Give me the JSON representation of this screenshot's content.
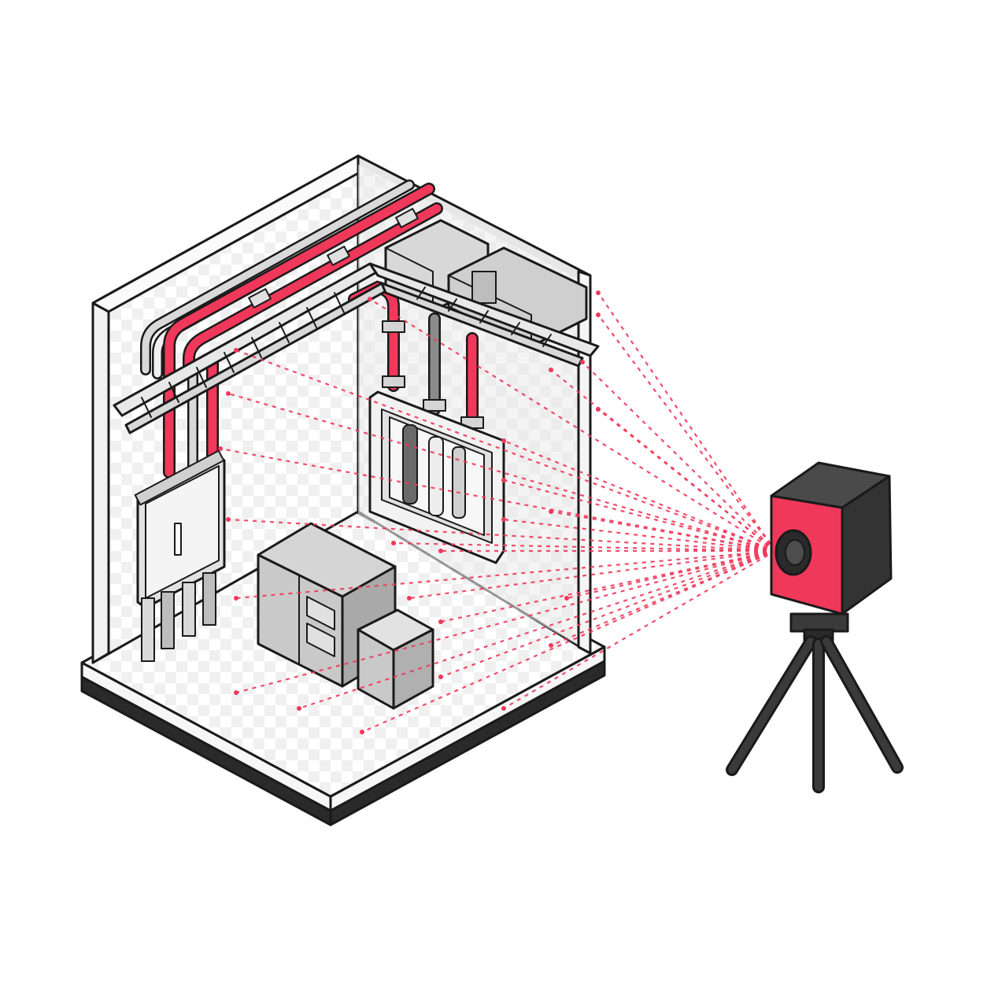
{
  "scene": {
    "subject": "isometric-room-cutaway",
    "device": "laser-scanner-on-tripod",
    "beam_count": 26
  },
  "colors": {
    "accent": "#f0385a",
    "background": "#ffffff",
    "wall_light": "#f4f4f4",
    "wall_shade": "#dcdcdc",
    "equipment_gray": "#c9c9c9",
    "equipment_dark": "#a9a9a9",
    "outline": "#1a1a1a",
    "scanner_body": "#3a3a3a",
    "base_dark": "#2a2a2a"
  },
  "icons": {
    "scanner": "laser-scanner-icon",
    "tripod": "tripod-icon"
  }
}
